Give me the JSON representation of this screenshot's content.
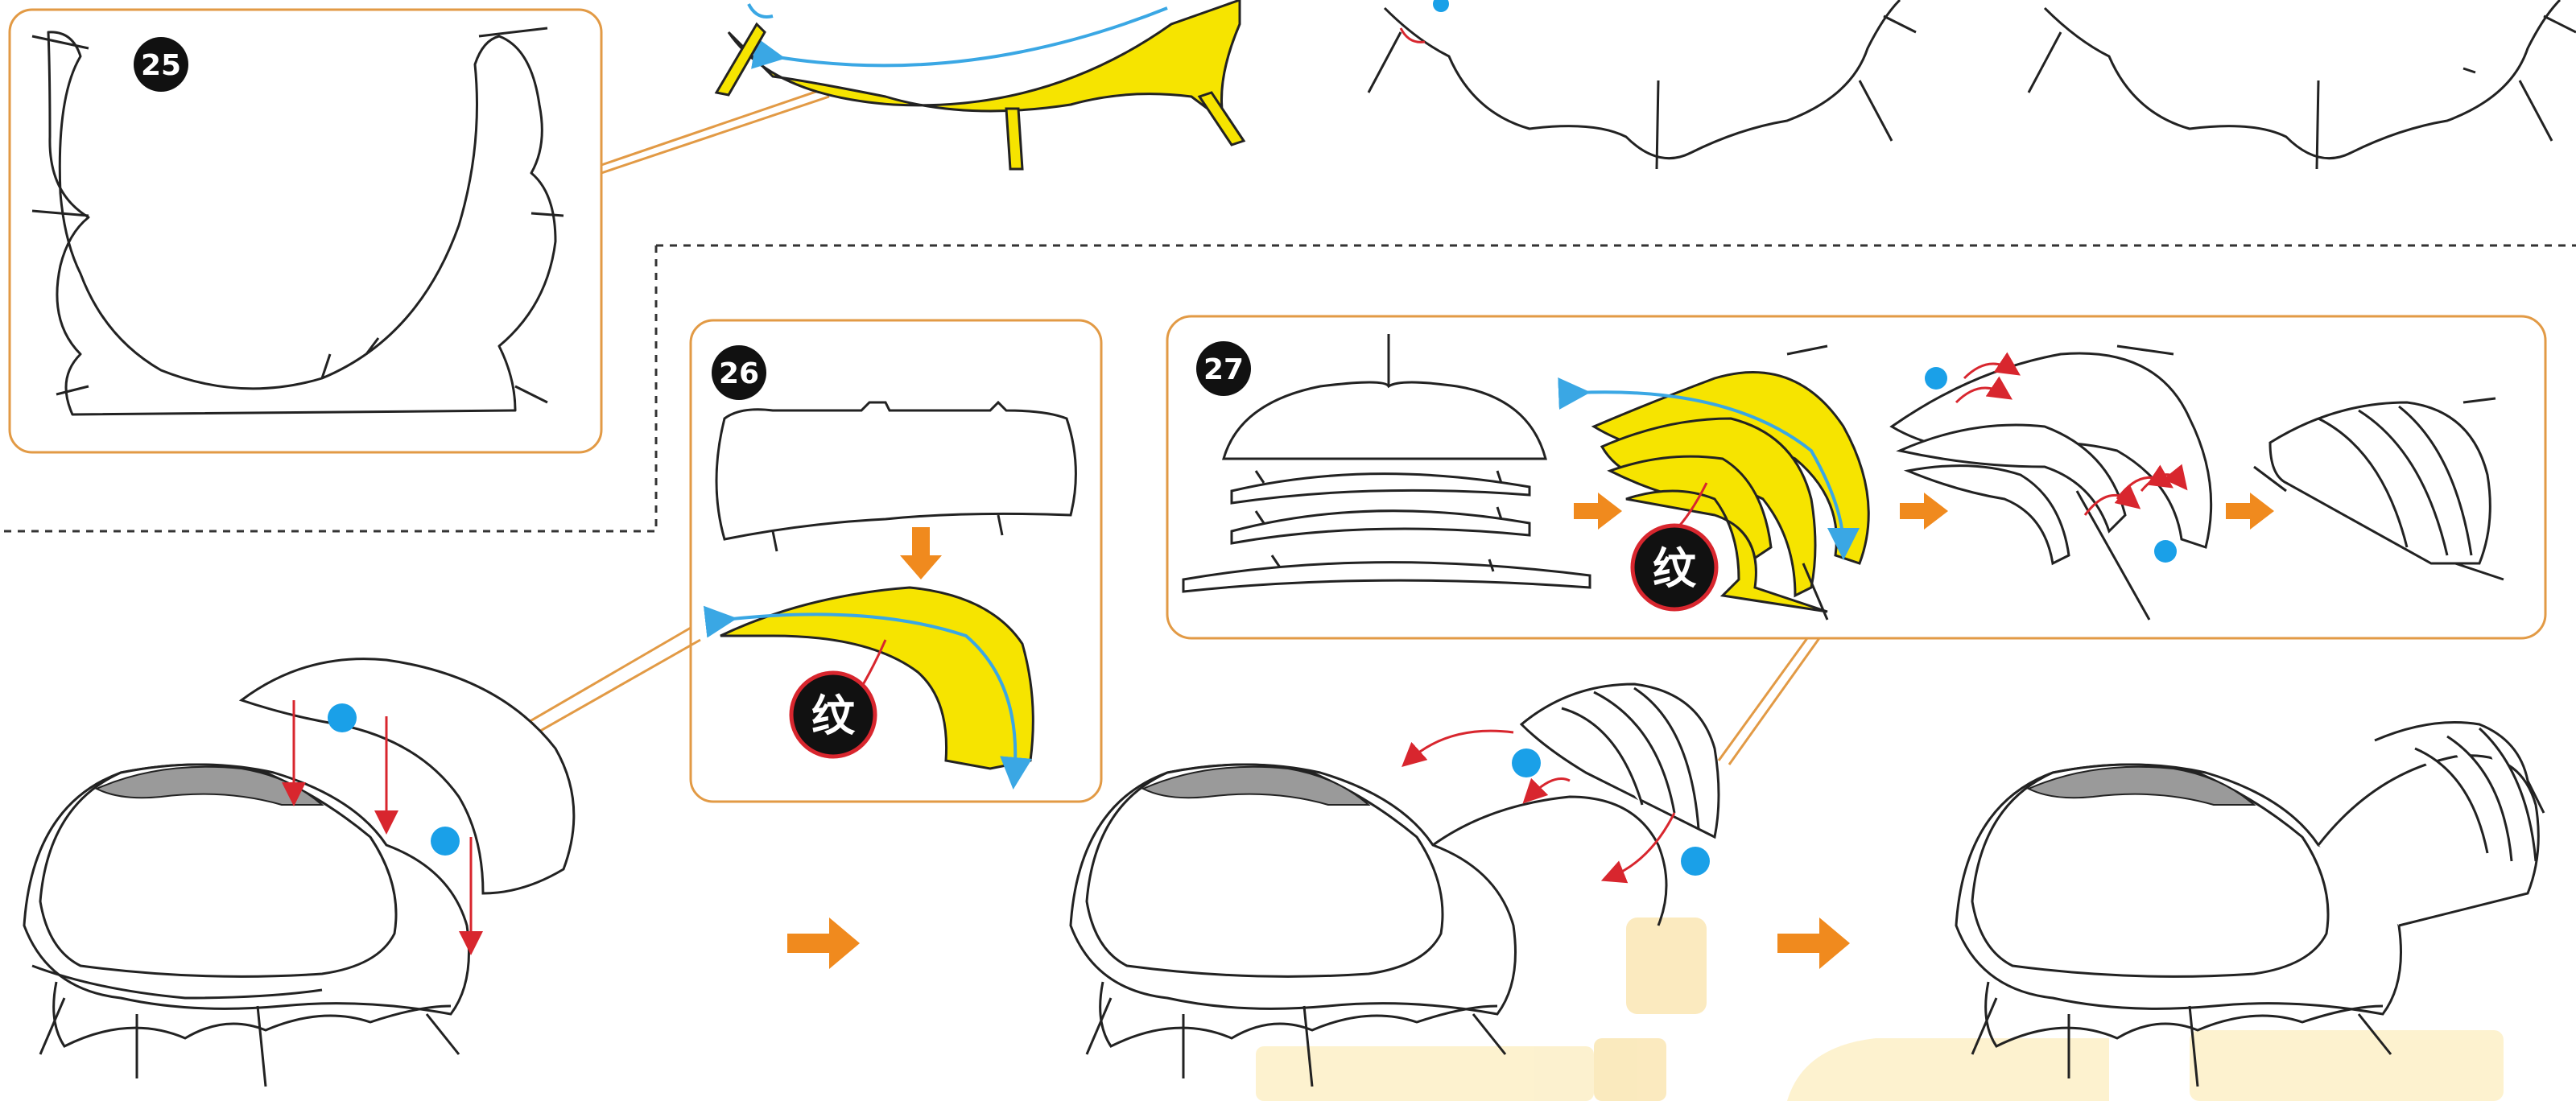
{
  "steps": {
    "step25": "25",
    "step26": "26",
    "step27": "27"
  },
  "texture_char": "纹",
  "colors": {
    "panel_border": "#e29a45",
    "callout_line": "#e29a45",
    "part_fill": "#f6e400",
    "arrow_fill": "#f08a1e",
    "blue_dot": "#1aa0e8",
    "blue_arc": "#3aa7e4",
    "red_arrow": "#d8262e",
    "gray_fill": "#9a9a9a",
    "badge_fill": "#111111",
    "watermark": "#f7d98a"
  },
  "icons": [
    "orange-right-arrow",
    "orange-down-arrow",
    "blue-dot",
    "texture-badge",
    "step-badge"
  ]
}
